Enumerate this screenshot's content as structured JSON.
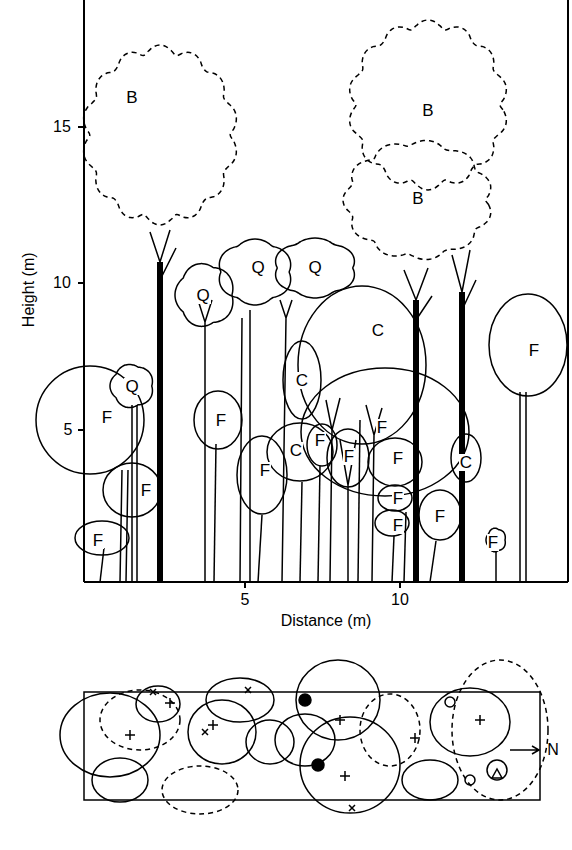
{
  "diagram": {
    "nodes": [
      {
        "text": [
          "B"
        ]
      },
      {
        "text": [
          "B"
        ]
      },
      {
        "text": [
          "B"
        ]
      },
      {
        "text": [
          "Q"
        ]
      },
      {
        "text": [
          "Q"
        ]
      },
      {
        "text": [
          "Q"
        ]
      },
      {
        "text": [
          "C"
        ]
      },
      {
        "text": [
          "F"
        ]
      },
      {
        "text": [
          "C"
        ]
      },
      {
        "text": [
          "Q"
        ]
      },
      {
        "text": [
          "F"
        ]
      },
      {
        "text": [
          "F"
        ]
      },
      {
        "text": [
          "F"
        ]
      },
      {
        "text": [
          "F"
        ]
      },
      {
        "text": [
          "C"
        ]
      },
      {
        "text": [
          "F"
        ]
      },
      {
        "text": [
          "F"
        ]
      },
      {
        "text": [
          "C"
        ]
      },
      {
        "text": [
          "F"
        ]
      },
      {
        "text": [
          "F"
        ]
      },
      {
        "text": [
          "F"
        ]
      },
      {
        "text": [
          "F"
        ]
      },
      {
        "text": [
          "F"
        ]
      },
      {
        "text": [
          "F"
        ]
      },
      {
        "text": [
          "F"
        ]
      }
    ],
    "labels": [
      "15",
      "10",
      "Height (m)",
      "5",
      "5",
      "10",
      "Distance (m)",
      "N"
    ]
  }
}
